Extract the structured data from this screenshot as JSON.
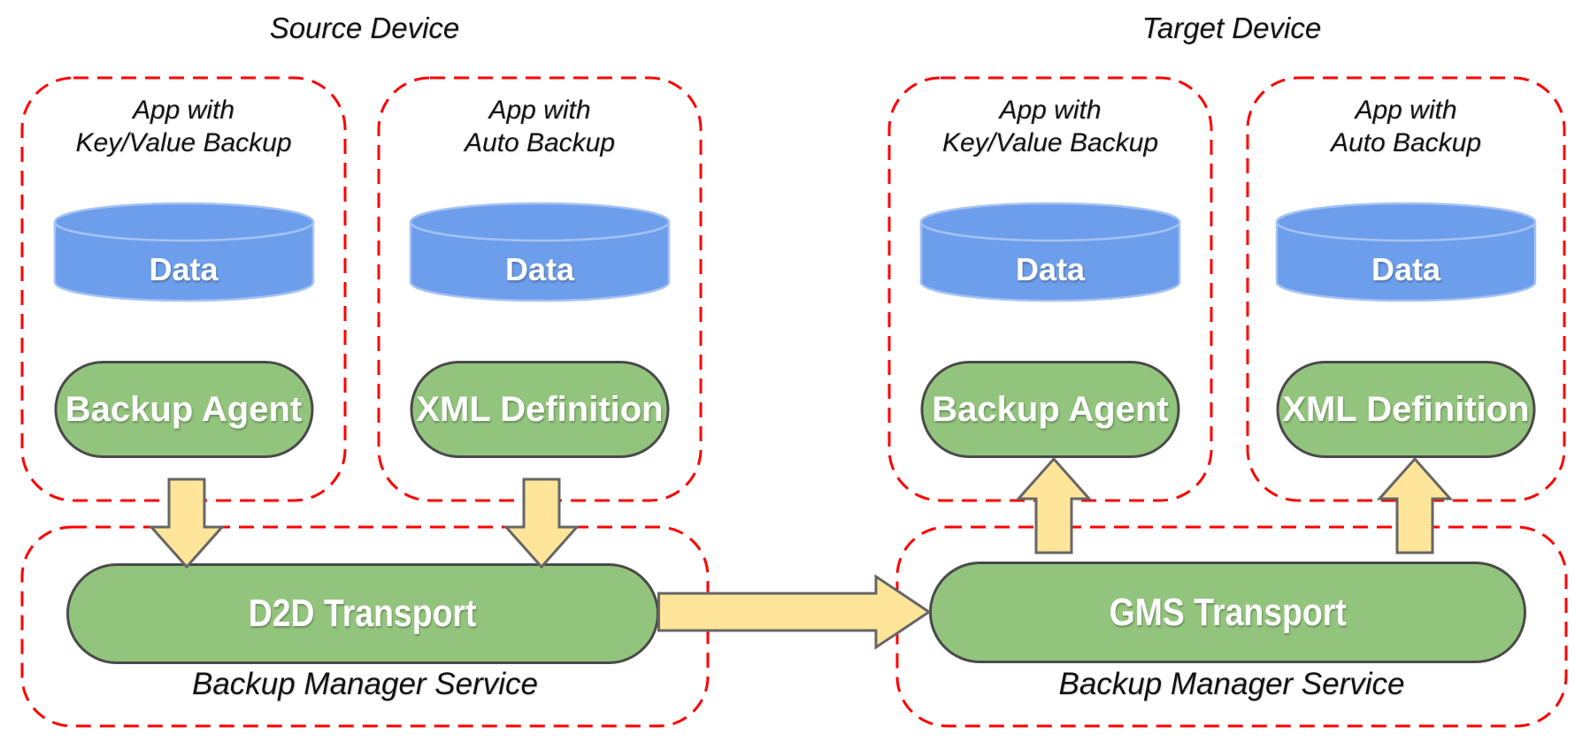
{
  "diagram": {
    "source": {
      "title": "Source Device",
      "apps": [
        {
          "title_line1": "App with",
          "title_line2": "Key/Value Backup",
          "data_label": "Data",
          "component": "Backup Agent"
        },
        {
          "title_line1": "App with",
          "title_line2": "Auto Backup",
          "data_label": "Data",
          "component": "XML Definition"
        }
      ],
      "manager": {
        "transport": "D2D Transport",
        "label": "Backup Manager Service"
      }
    },
    "target": {
      "title": "Target Device",
      "apps": [
        {
          "title_line1": "App with",
          "title_line2": "Key/Value Backup",
          "data_label": "Data",
          "component": "Backup Agent"
        },
        {
          "title_line1": "App with",
          "title_line2": "Auto Backup",
          "data_label": "Data",
          "component": "XML Definition"
        }
      ],
      "manager": {
        "transport": "GMS Transport",
        "label": "Backup Manager Service"
      }
    }
  },
  "colors": {
    "box_dash": "#ff0000",
    "cylinder_fill": "#6d9eeb",
    "cylinder_stroke": "#a4c2f4",
    "pill_fill": "#93c47d",
    "pill_stroke": "#4a4a4a",
    "arrow_fill": "#ffe599",
    "arrow_stroke": "#666666",
    "text_dark": "#111111",
    "text_light": "#ffffff",
    "background": "#ffffff"
  }
}
